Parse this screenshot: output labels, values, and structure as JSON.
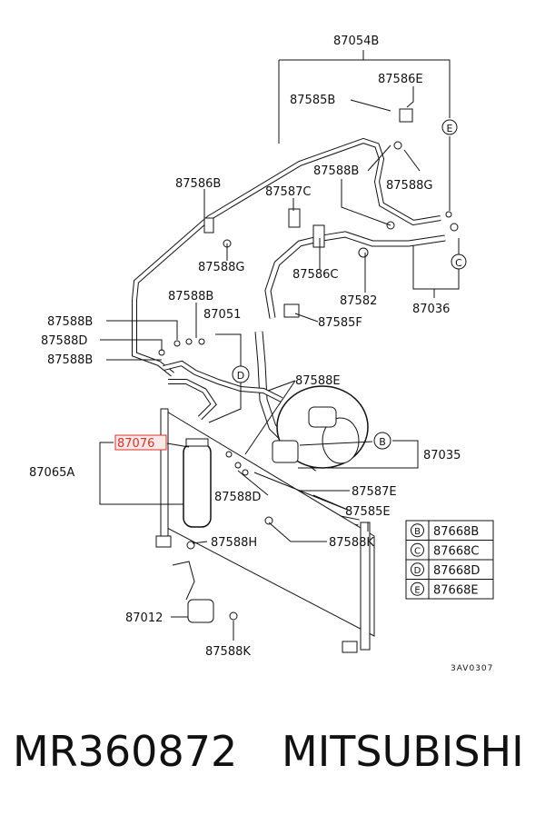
{
  "labels": {
    "l87054B": "87054B",
    "l87586E": "87586E",
    "l87585B": "87585B",
    "l87588B_top": "87588B",
    "l87588G_top": "87588G",
    "l87586B": "87586B",
    "l87587C": "87587C",
    "l87588G": "87588G",
    "l87586C": "87586C",
    "l87582": "87582",
    "l87036": "87036",
    "l87588B_mid": "87588B",
    "l87051": "87051",
    "l87588B_left": "87588B",
    "l87585F": "87585F",
    "l87588D_left": "87588D",
    "l87588B_left2": "87588B",
    "l87588E": "87588E",
    "l87076": "87076",
    "l87035": "87035",
    "l87065A": "87065A",
    "l87587E": "87587E",
    "l87588D": "87588D",
    "l87585E": "87585E",
    "l87588H": "87588H",
    "l87588K_right": "87588K",
    "l87012": "87012",
    "l87588K": "87588K"
  },
  "circle_letters": {
    "e_top": "E",
    "c_right": "C",
    "d_mid": "D",
    "b_mid": "B"
  },
  "legend": [
    {
      "letter": "B",
      "part": "87668B"
    },
    {
      "letter": "C",
      "part": "87668C"
    },
    {
      "letter": "D",
      "part": "87668D"
    },
    {
      "letter": "E",
      "part": "87668E"
    }
  ],
  "diagram_code": "3AV0307",
  "footer": {
    "part_number": "MR360872",
    "brand": "MITSUBISHI"
  },
  "colors": {
    "highlight": "#d9312b",
    "line": "#111111"
  }
}
